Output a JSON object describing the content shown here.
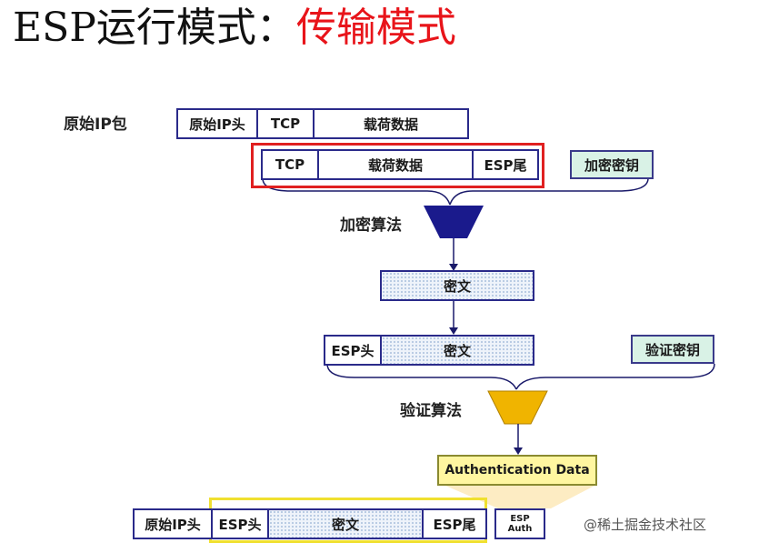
{
  "title": {
    "prefix": "ESP运行模式：",
    "highlight": "传输模式"
  },
  "labels": {
    "original_packet": "原始IP包",
    "encrypt_algo": "加密算法",
    "auth_algo": "验证算法"
  },
  "row1": {
    "ip_header": "原始IP头",
    "tcp": "TCP",
    "payload": "载荷数据"
  },
  "row2": {
    "tcp": "TCP",
    "payload": "载荷数据",
    "esp_trailer": "ESP尾",
    "encrypt_key": "加密密钥"
  },
  "ciphertext": "密文",
  "row3": {
    "esp_header": "ESP头",
    "ciphertext": "密文",
    "auth_key": "验证密钥"
  },
  "auth_data": "Authentication Data",
  "row_final": {
    "ip_header": "原始IP头",
    "esp_header": "ESP头",
    "ciphertext": "密文",
    "esp_trailer": "ESP尾",
    "esp_auth_line1": "ESP",
    "esp_auth_line2": "Auth"
  },
  "watermark": "@稀土掘金技术社区",
  "colors": {
    "title_highlight": "#e8141a",
    "box_border": "#2a2a8a",
    "encrypt_funnel": "#1a1a8c",
    "auth_funnel": "#f0b400",
    "red_frame": "#e02020",
    "yellow_frame": "#f0e030"
  }
}
